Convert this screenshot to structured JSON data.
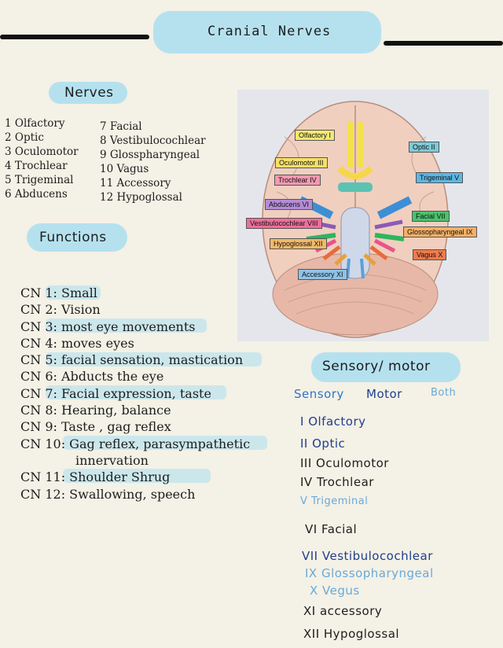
{
  "title": "Cranial Nerves",
  "nerves_heading": "Nerves",
  "nerves_left": [
    "1 Olfactory",
    "2 Optic",
    "3 Oculomotor",
    "4 Trochlear",
    "5 Trigeminal",
    "6 Abducens"
  ],
  "nerves_right": [
    "7 Facial",
    "8 Vestibulocochlear",
    "9 Glosspharyngeal",
    "10 Vagus",
    "11 Accessory",
    "12 Hypoglossal"
  ],
  "functions_heading": "Functions",
  "functions": [
    {
      "cn": "CN 1:",
      "text": " Small"
    },
    {
      "cn": "CN 2:",
      "text": " Vision"
    },
    {
      "cn": "CN 3:",
      "text": " most eye movements"
    },
    {
      "cn": "CN 4:",
      "text": " moves eyes"
    },
    {
      "cn": "CN 5:",
      "text": " facial sensation, mastication"
    },
    {
      "cn": "CN 6:",
      "text": " Abducts the eye"
    },
    {
      "cn": "CN 7:",
      "text": " Facial expression, taste"
    },
    {
      "cn": "CN 8:",
      "text": " Hearing, balance"
    },
    {
      "cn": "CN 9:",
      "text": " Taste , gag reflex"
    },
    {
      "cn": "CN 10:",
      "text": " Gag reflex, parasympathetic"
    },
    {
      "cn": "",
      "text": "innervation"
    },
    {
      "cn": "CN 11:",
      "text": " Shoulder Shrug"
    },
    {
      "cn": "CN 12:",
      "text": " Swallowing, speech"
    }
  ],
  "brain_labels": {
    "olfactory": "Olfactory I",
    "optic": "Optic II",
    "oculomotor": "Oculomotor III",
    "trochlear": "Trochlear IV",
    "trigeminal": "Trigeminal V",
    "abducens": "Abducens VI",
    "facial": "Facial VII",
    "vestibulocochlear": "Vestibulocochlear VIII",
    "glossopharyngeal": "Glossopharyngeal IX",
    "hypoglossal": "Hypoglossal XII",
    "vagus": "Vagus X",
    "accessory": "Accessory XI"
  },
  "sensory_motor_heading": "Sensory/ motor",
  "legend": {
    "sensory": "Sensory",
    "motor": "Motor",
    "both": "Both"
  },
  "classification": [
    {
      "text": "I Olfactory",
      "type": "motor"
    },
    {
      "text": "II Optic",
      "type": "motor"
    },
    {
      "text": "III Oculomotor",
      "type": "sensory"
    },
    {
      "text": "IV Trochlear",
      "type": "sensory"
    },
    {
      "text": "V Trigeminal",
      "type": "both"
    },
    {
      "text": "VI Facial",
      "type": "sensory"
    },
    {
      "text": "VII Vestibulocochlear",
      "type": "motor"
    },
    {
      "text": "IX Glossopharyngeal",
      "type": "both"
    },
    {
      "text": "X Vegus",
      "type": "both"
    },
    {
      "text": "XI accessory",
      "type": "sensory"
    },
    {
      "text": "XII Hypoglossal",
      "type": "sensory"
    }
  ],
  "colors": {
    "highlight": "#a9def0",
    "sensory": "#1d1d1d",
    "motor": "#1f3e8c",
    "both": "#6aa9d8"
  }
}
